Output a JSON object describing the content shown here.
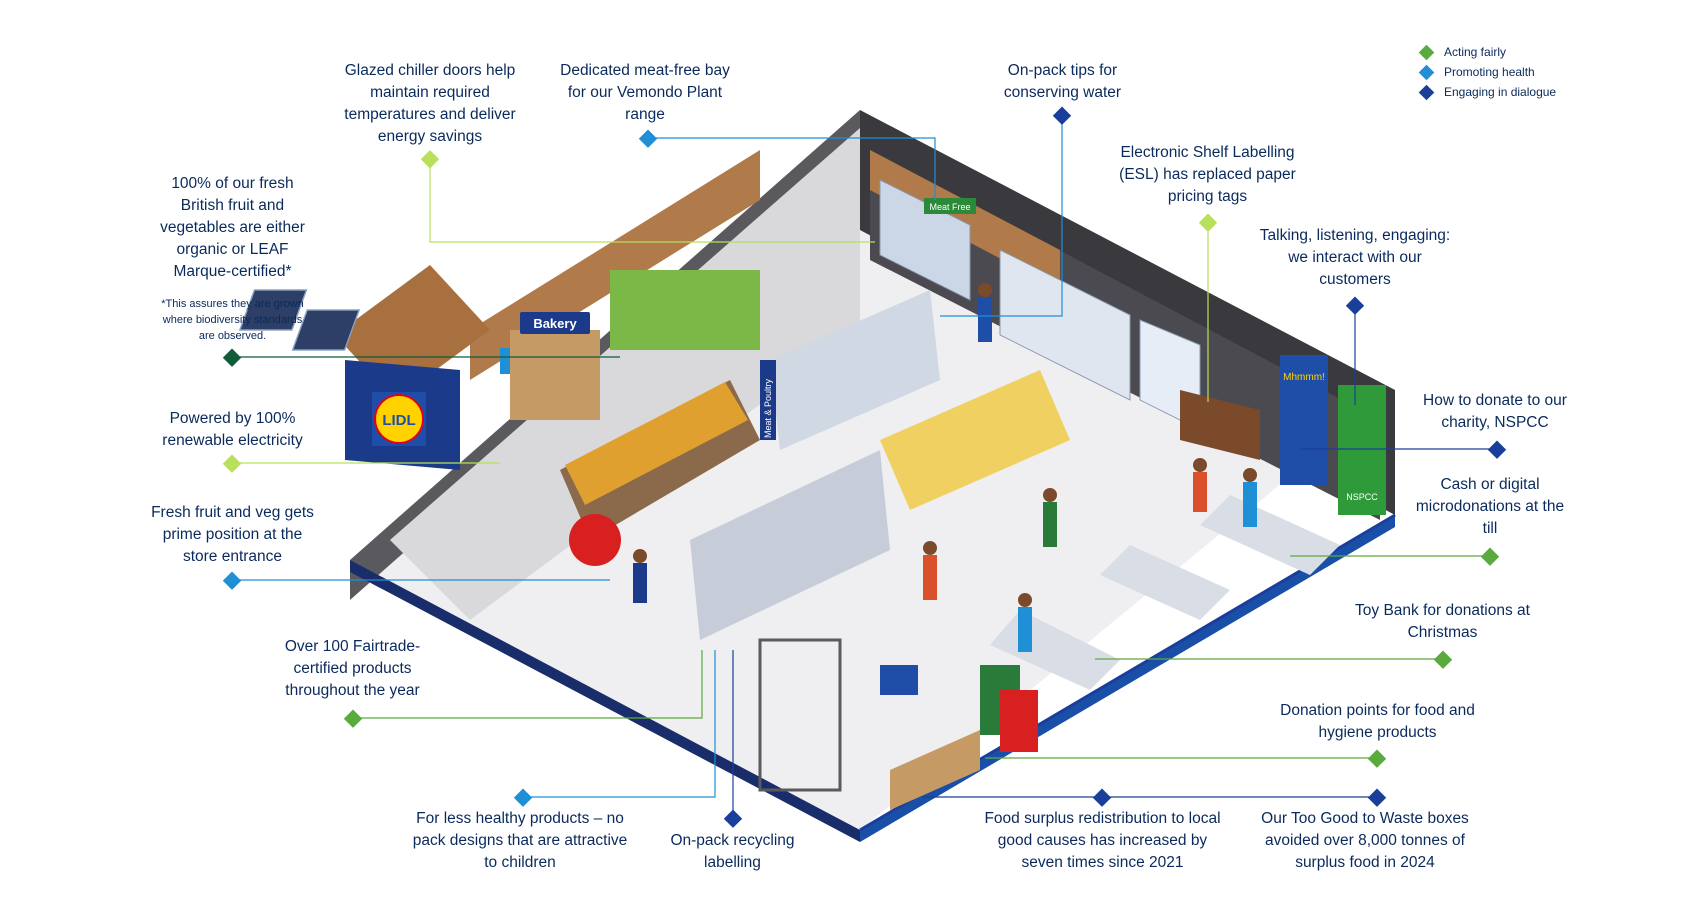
{
  "colors": {
    "acting_fairly": "#5aab3e",
    "promoting_health": "#1f8fd6",
    "engaging_dialogue": "#1a3f9b",
    "light_green": "#b8e05a",
    "dark_green": "#0f5b3a",
    "navy": "#0a2a5c"
  },
  "legend": [
    {
      "label": "Acting fairly",
      "color": "#5aab3e"
    },
    {
      "label": "Promoting health",
      "color": "#1f8fd6"
    },
    {
      "label": "Engaging in dialogue",
      "color": "#1a3f9b"
    }
  ],
  "store": {
    "bakery_sign": "Bakery",
    "meat_sign": "Meat & Poultry",
    "meat_free_sign": "Meat Free",
    "logo_text": "LIDL",
    "poster_text": "Mhmmm!",
    "nspcc_text": "NSPCC"
  },
  "callouts": {
    "chiller": "Glazed chiller doors help maintain required temperatures and deliver energy savings",
    "meatfree": "Dedicated meat-free bay for our Vemondo Plant range",
    "water": "On-pack tips for conserving water",
    "esl": "Electronic Shelf Labelling (ESL) has replaced paper pricing tags",
    "british": "100% of our fresh British fruit and vegetables are either organic or LEAF Marque-certified*",
    "british_note": "*This assures they are grown where biodiversity standards are observed.",
    "talking": "Talking, listening, engaging: we interact with our customers",
    "renewable": "Powered by 100% renewable electricity",
    "nspcc": "How to donate to our charity, NSPCC",
    "fresh": "Fresh fruit and veg gets prime position at the store entrance",
    "micro": "Cash or digital microdonations at the till",
    "toybank": "Toy Bank for donations at Christmas",
    "fairtrade": "Over 100 Fairtrade-certified products throughout the year",
    "donation": "Donation points for food and hygiene products",
    "lesshealthy": "For less healthy products – no pack designs that are attractive to children",
    "recycling": "On-pack recycling labelling",
    "surplus": "Food surplus redistribution to local good causes has increased by seven times since 2021",
    "toogood": "Our Too Good to Waste boxes avoided over 8,000 tonnes of surplus food in 2024"
  }
}
